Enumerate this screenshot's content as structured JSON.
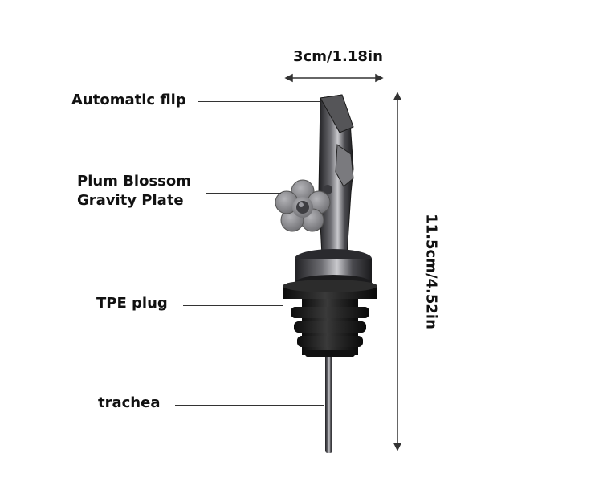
{
  "labels": {
    "automatic_flip": "Automatic flip",
    "plum_blossom_line1": "Plum Blossom",
    "plum_blossom_line2": "Gravity Plate",
    "tpe_plug": "TPE plug",
    "trachea": "trachea"
  },
  "dimensions": {
    "width": "3cm/1.18in",
    "height": "11.5cm/4.52in"
  },
  "colors": {
    "background": "#ffffff",
    "text": "#111111",
    "metal_dark": "#2a2a2e",
    "metal_light": "#9a9aa0",
    "plug": "#1a1a1a",
    "flower": "#8c8c90"
  }
}
